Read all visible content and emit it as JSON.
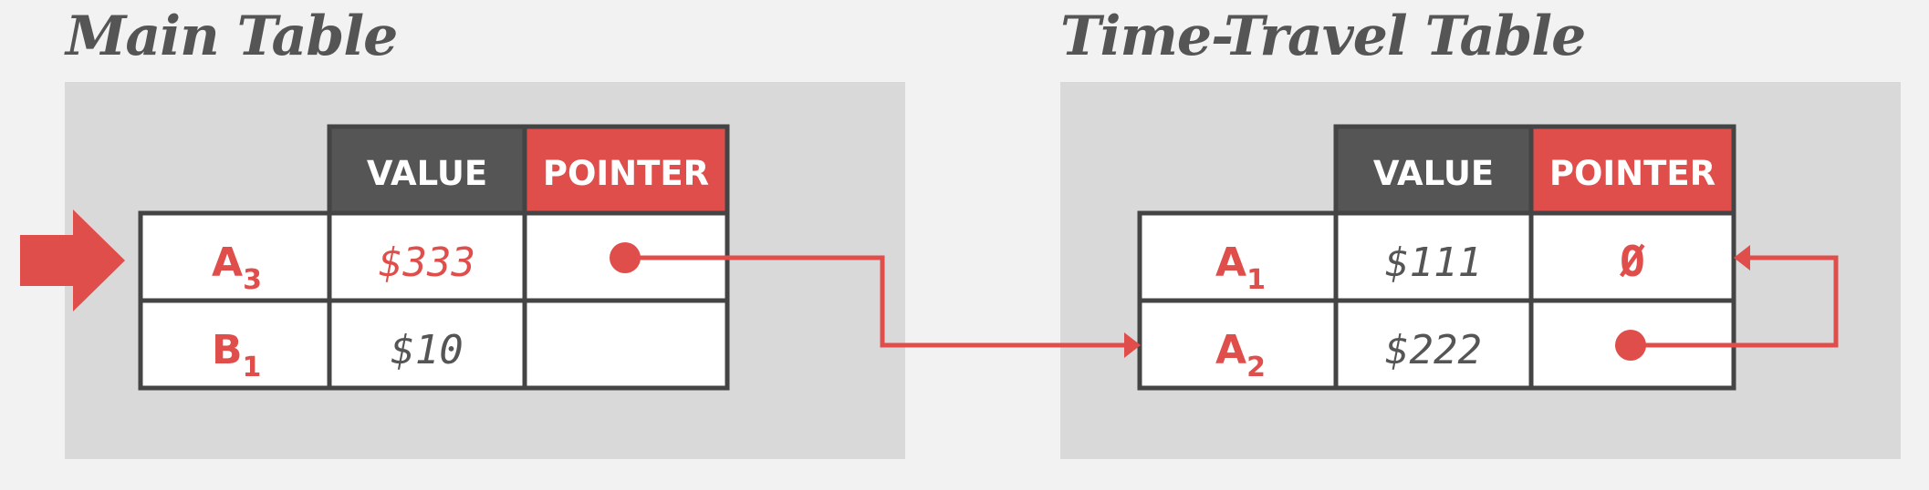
{
  "colors": {
    "accent": "#e04e4b",
    "header_dark": "#555555",
    "panel_bg": "#d9d9d9",
    "page_bg": "#f2f2f2",
    "grid": "#444444"
  },
  "main_table": {
    "title": "Main Table",
    "headers": {
      "value": "VALUE",
      "pointer": "POINTER"
    },
    "rows": [
      {
        "key": "A",
        "sub": "3",
        "value": "$333",
        "value_highlight": true,
        "pointer": "dot"
      },
      {
        "key": "B",
        "sub": "1",
        "value": "$10",
        "value_highlight": false,
        "pointer": "empty"
      }
    ]
  },
  "time_travel_table": {
    "title": "Time-Travel Table",
    "headers": {
      "value": "VALUE",
      "pointer": "POINTER"
    },
    "rows": [
      {
        "key": "A",
        "sub": "1",
        "value": "$111",
        "pointer": "null",
        "pointer_text": "Ø"
      },
      {
        "key": "A",
        "sub": "2",
        "value": "$222",
        "pointer": "dot"
      }
    ]
  },
  "arrows": {
    "current_row_marker": "block-arrow-icon",
    "links": [
      {
        "from": "main_table.rows.0.pointer",
        "to": "time_travel_table.rows.1"
      },
      {
        "from": "time_travel_table.rows.1.pointer",
        "to": "time_travel_table.rows.0"
      }
    ]
  }
}
